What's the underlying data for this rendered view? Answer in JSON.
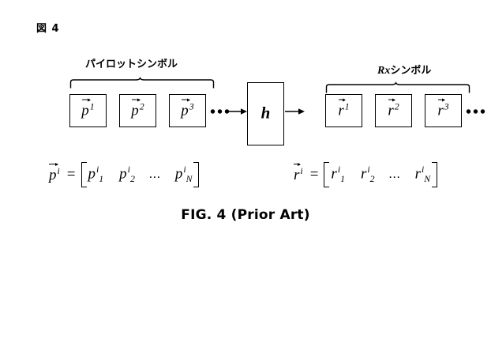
{
  "sheet": {
    "label": "図 4"
  },
  "diagram": {
    "groups": {
      "pilot": {
        "caption": "パイロットシンボル",
        "boxes": [
          {
            "base": "p",
            "superscript": "1"
          },
          {
            "base": "p",
            "superscript": "2"
          },
          {
            "base": "p",
            "superscript": "3"
          }
        ],
        "trailing_ellipsis": "•••"
      },
      "rx": {
        "caption_latin": "Rx",
        "caption_kana": "シンボル",
        "boxes": [
          {
            "base": "r",
            "superscript": "1"
          },
          {
            "base": "r",
            "superscript": "2"
          },
          {
            "base": "r",
            "superscript": "3"
          }
        ],
        "trailing_ellipsis": "•••"
      }
    },
    "channel": {
      "label": "h"
    }
  },
  "equations": {
    "pilot": {
      "lhs_base": "p",
      "lhs_superscript": "i",
      "equals": "=",
      "terms": [
        {
          "base": "p",
          "subscript": "1",
          "superscript": "i"
        },
        {
          "base": "p",
          "subscript": "2",
          "superscript": "i"
        },
        {
          "base": "p",
          "subscript": "N",
          "superscript": "i"
        }
      ],
      "dots": "..."
    },
    "rx": {
      "lhs_base": "r",
      "lhs_superscript": "i",
      "equals": "=",
      "terms": [
        {
          "base": "r",
          "subscript": "1",
          "superscript": "i"
        },
        {
          "base": "r",
          "subscript": "2",
          "superscript": "i"
        },
        {
          "base": "r",
          "subscript": "N",
          "superscript": "i"
        }
      ],
      "dots": "..."
    }
  },
  "caption": {
    "text": "FIG. 4 (Prior Art)"
  },
  "colors": {
    "ink": "#000000",
    "paper": "#ffffff"
  }
}
